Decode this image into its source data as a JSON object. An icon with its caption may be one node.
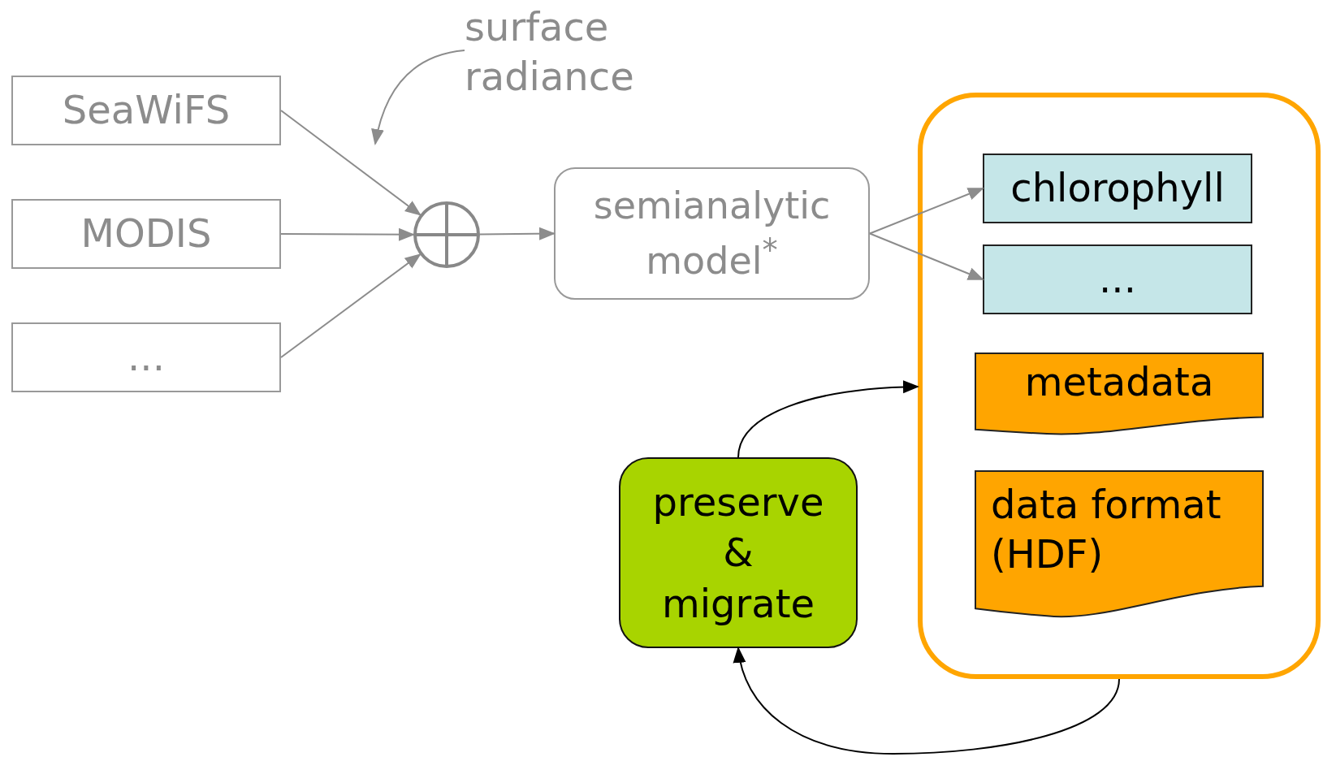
{
  "diagram": {
    "nodes": [
      {
        "text": [
          "SeaWiFS"
        ]
      },
      {
        "text": [
          "MODIS"
        ]
      },
      {
        "text": [
          "..."
        ]
      },
      {
        "text": [],
        "shape": "circle"
      },
      {
        "text": [
          "surface radiance"
        ]
      },
      {
        "text": [
          "semianalytic model$^{*}$"
        ]
      },
      {
        "text": [],
        "shape": "box"
      },
      {
        "text": [
          "chlorophyll"
        ],
        "in": 6
      },
      {
        "text": [
          "..."
        ],
        "in": 6
      },
      {
        "text": [
          "metadata"
        ],
        "in": 6
      },
      {
        "text": [
          "data format (HDF)"
        ],
        "in": 6
      },
      {
        "text": [
          "preserve & migrate"
        ]
      }
    ],
    "edges": [
      {
        "from": 0,
        "to": 3,
        "arrow": "to"
      },
      {
        "from": 1,
        "to": 3,
        "arrow": "to"
      },
      {
        "from": 2,
        "to": 3,
        "arrow": "to"
      },
      {
        "from": 3,
        "to": 5,
        "arrow": "to"
      },
      {
        "from": 5,
        "to": 7,
        "arrow": "to"
      },
      {
        "from": 5,
        "to": 8,
        "arrow": "to"
      },
      {
        "from": 4,
        "to": null,
        "arrow": "to"
      },
      {
        "from": 11,
        "to": 6,
        "arrow": "to",
        "color": "#000000"
      },
      {
        "from": 6,
        "to": 11,
        "arrow": "to",
        "color": "#000000"
      }
    ]
  }
}
